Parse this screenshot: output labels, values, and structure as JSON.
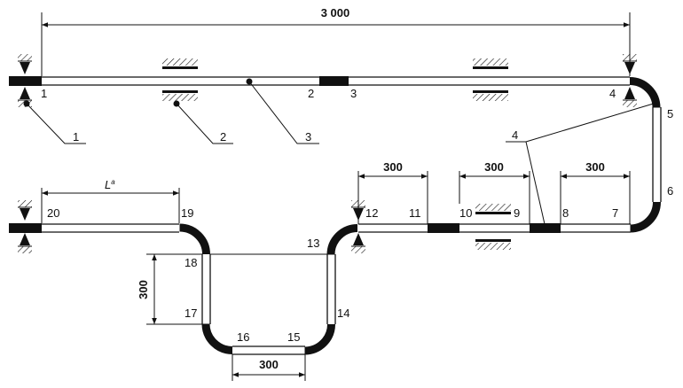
{
  "diagram": {
    "overall_dimension": "3 000",
    "length_label": "L",
    "length_label_sup": "a",
    "segment_dimension": "300",
    "point_labels": [
      "1",
      "2",
      "3",
      "4",
      "5",
      "6",
      "7",
      "8",
      "9",
      "10",
      "11",
      "12",
      "13",
      "14",
      "15",
      "16",
      "17",
      "18",
      "19",
      "20"
    ],
    "callout_labels": [
      "1",
      "2",
      "3",
      "4"
    ]
  }
}
